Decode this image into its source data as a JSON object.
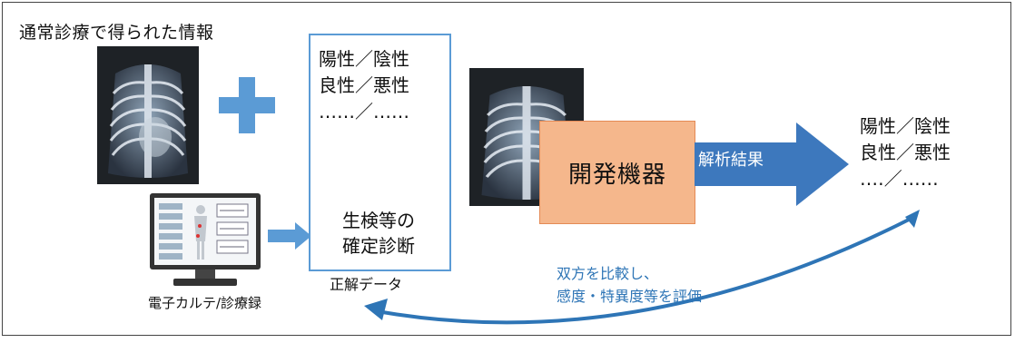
{
  "title": "通常診療で得られた情報",
  "ground_truth": {
    "lines": [
      "陽性／陰性",
      "良性／悪性",
      "……／……"
    ],
    "biopsy_lines": [
      "生検等の",
      "確定診断"
    ],
    "caption": "正解データ"
  },
  "emr": {
    "caption": "電子カルテ/診療録"
  },
  "device": {
    "label": "開発機器"
  },
  "analysis_arrow": {
    "label": "解析結果"
  },
  "results": {
    "lines": [
      "陽性／陰性",
      "良性／悪性",
      "‥‥／……"
    ]
  },
  "compare": {
    "lines": [
      "双方を比較し、",
      "感度・特異度等を評価"
    ]
  },
  "colors": {
    "accent": "#5b9bd5",
    "arrow": "#3d78bd",
    "device_fill": "#f5b78c",
    "compare_text": "#2e75b6"
  },
  "icons": [
    "chest-xray-image",
    "plus-icon",
    "monitor-icon",
    "arrow-right-icon",
    "curved-double-arrow-icon"
  ]
}
